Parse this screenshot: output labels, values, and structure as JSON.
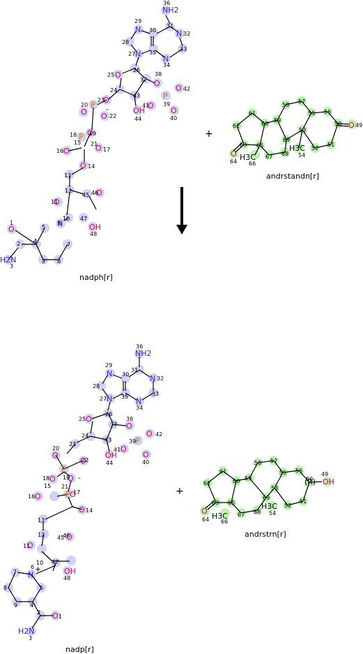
{
  "reactants": [
    {
      "name": "nadph[r]"
    },
    {
      "name": "andrstandn[r]"
    }
  ],
  "products": [
    {
      "name": "nadp[r]"
    },
    {
      "name": "andrstrn[r]"
    }
  ],
  "operator_plus": "+",
  "atoms": {
    "nadph_nh2": "NH2",
    "n": "N",
    "o": "O",
    "p": "P",
    "oh": "OH",
    "h2n": "H2N",
    "h3c": "H3C",
    "minus": "-",
    "plus": "+",
    "r": "(R)"
  },
  "numbers": {
    "n36": "36",
    "n29": "29",
    "n30": "30",
    "n31": "31",
    "n32": "32",
    "n33": "33",
    "n28": "28",
    "n27": "27",
    "n35": "35",
    "n34": "34",
    "n26": "26",
    "n25": "25",
    "n37": "37",
    "n38": "38",
    "n42": "42",
    "n24": "24",
    "n43": "43",
    "n41": "41",
    "n39": "39",
    "n40": "40",
    "n44": "44",
    "n23": "23",
    "n20": "20",
    "n22": "22",
    "n19": "19",
    "n18": "18",
    "n15": "15",
    "n16": "16",
    "n21": "21",
    "n17": "17",
    "n14": "14",
    "n13": "13",
    "n12": "12",
    "n45": "45",
    "n46": "46",
    "n11": "11",
    "n10": "10",
    "n6": "6",
    "n47": "47",
    "n48": "48",
    "n1": "1",
    "n5": "5",
    "n2": "2",
    "n4": "4",
    "n7": "7",
    "n3": "3",
    "n9": "9",
    "n8": "8",
    "n61": "61",
    "n58": "58",
    "n57": "57",
    "n56": "56",
    "n62": "62",
    "n60": "60",
    "n59": "59",
    "n55": "55",
    "n50": "50",
    "n49": "49",
    "n53": "53",
    "n69": "69",
    "n63": "63",
    "n65": "65",
    "n64": "64",
    "n66": "66",
    "n67": "67",
    "n68": "68",
    "n54": "54",
    "n52": "52",
    "n51": "51"
  }
}
